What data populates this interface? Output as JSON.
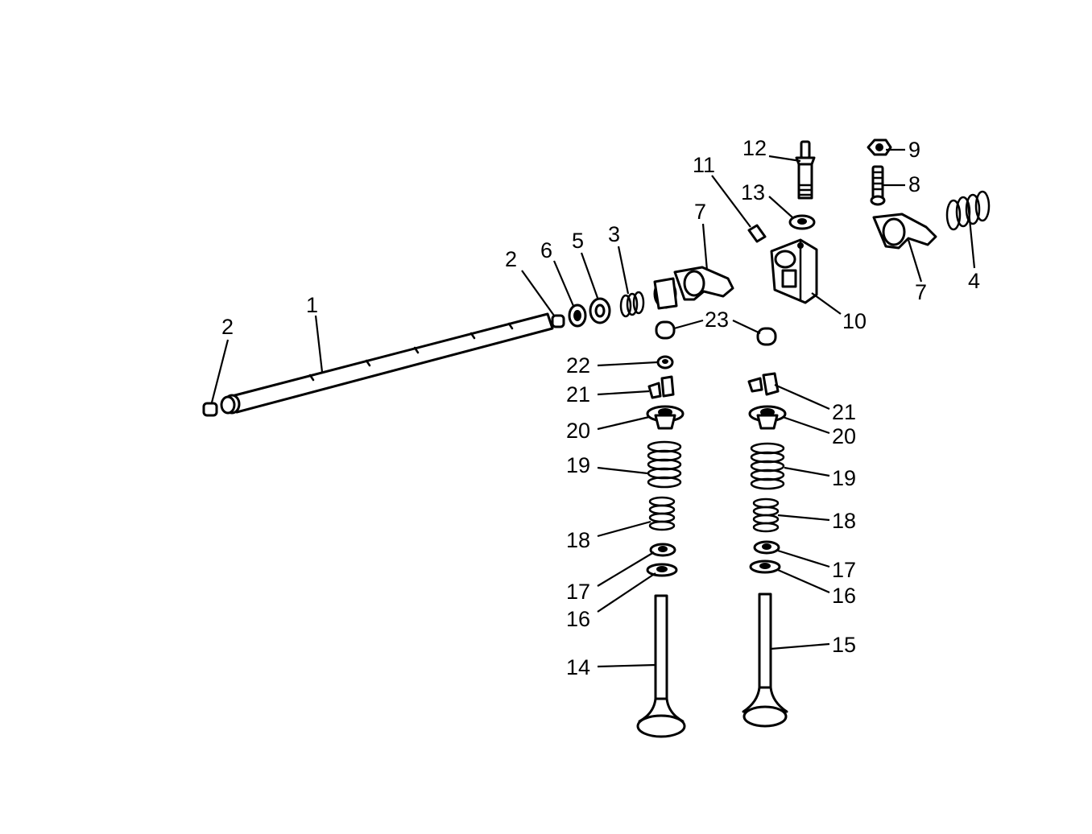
{
  "colors": {
    "background": "#ffffff",
    "ink": "#000000"
  },
  "callouts": {
    "c1": "1",
    "c2a": "2",
    "c2b": "2",
    "c3": "3",
    "c4": "4",
    "c5": "5",
    "c6": "6",
    "c7a": "7",
    "c7b": "7",
    "c8": "8",
    "c9": "9",
    "c10": "10",
    "c11": "11",
    "c12": "12",
    "c13": "13",
    "c14": "14",
    "c15": "15",
    "c16a": "16",
    "c16b": "16",
    "c17a": "17",
    "c17b": "17",
    "c18a": "18",
    "c18b": "18",
    "c19a": "19",
    "c19b": "19",
    "c20a": "20",
    "c20b": "20",
    "c21a": "21",
    "c21b": "21",
    "c22": "22",
    "c23": "23"
  }
}
